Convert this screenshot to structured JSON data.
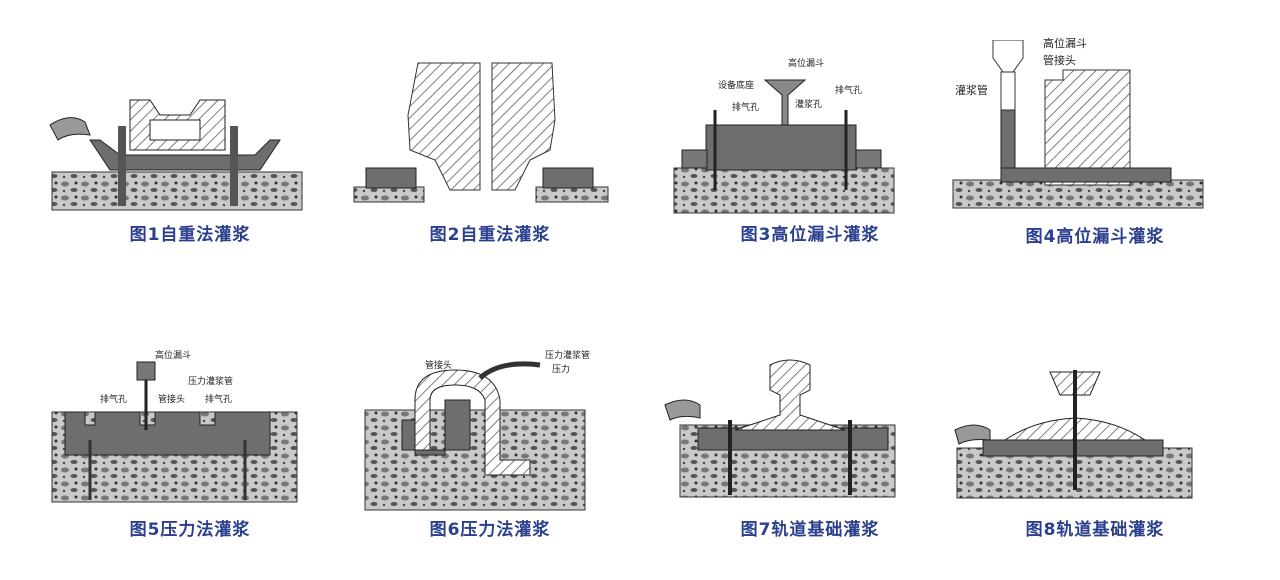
{
  "figures": [
    {
      "caption": "图1自重法灌浆",
      "labels": []
    },
    {
      "caption": "图2自重法灌浆",
      "labels": []
    },
    {
      "caption": "图3高位漏斗灌浆",
      "labels": [
        "高位漏斗",
        "设备底座",
        "排气孔",
        "灌浆孔",
        "排气孔"
      ]
    },
    {
      "caption": "图4高位漏斗灌浆",
      "labels": [
        "高位漏斗",
        "管接头",
        "灌浆管"
      ]
    },
    {
      "caption": "图5压力法灌浆",
      "labels": [
        "高位漏斗",
        "压力灌浆管",
        "排气孔",
        "管接头",
        "排气孔"
      ]
    },
    {
      "caption": "图6压力法灌浆",
      "labels": [
        "管接头",
        "压力灌浆管",
        "压力"
      ]
    },
    {
      "caption": "图7轨道基础灌浆",
      "labels": []
    },
    {
      "caption": "图8轨道基础灌浆",
      "labels": []
    }
  ],
  "colors": {
    "caption": "#2b3f8e",
    "grout": "#6e6e6e",
    "concrete": "#b8b8b8"
  }
}
